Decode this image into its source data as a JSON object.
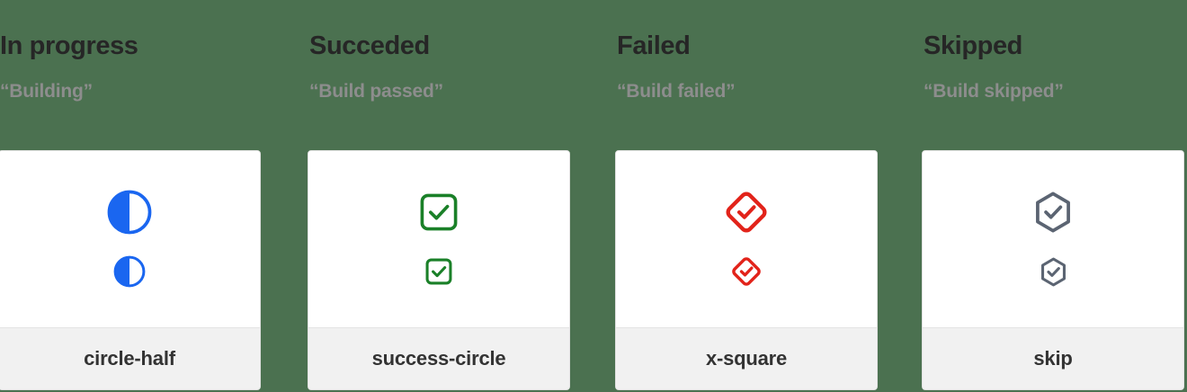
{
  "background_color": "#4b7150",
  "columns": [
    {
      "heading": "In progress",
      "subheading": "“Building”",
      "icon_name": "circle-half",
      "icon_label": "circle-half",
      "icon_color": "#1a66f0",
      "large_size": 52,
      "small_size": 36
    },
    {
      "heading": "Succeded",
      "subheading": "“Build passed”",
      "icon_name": "success-circle",
      "icon_label": "success-circle",
      "icon_color": "#1a8028",
      "large_size": 46,
      "small_size": 32
    },
    {
      "heading": "Failed",
      "subheading": "“Build failed”",
      "icon_name": "x-square",
      "icon_label": "x-square",
      "icon_color": "#e2231a",
      "large_size": 52,
      "small_size": 36
    },
    {
      "heading": "Skipped",
      "subheading": "“Build skipped”",
      "icon_name": "skip",
      "icon_label": "skip",
      "icon_color": "#5b6472",
      "large_size": 50,
      "small_size": 35
    }
  ]
}
